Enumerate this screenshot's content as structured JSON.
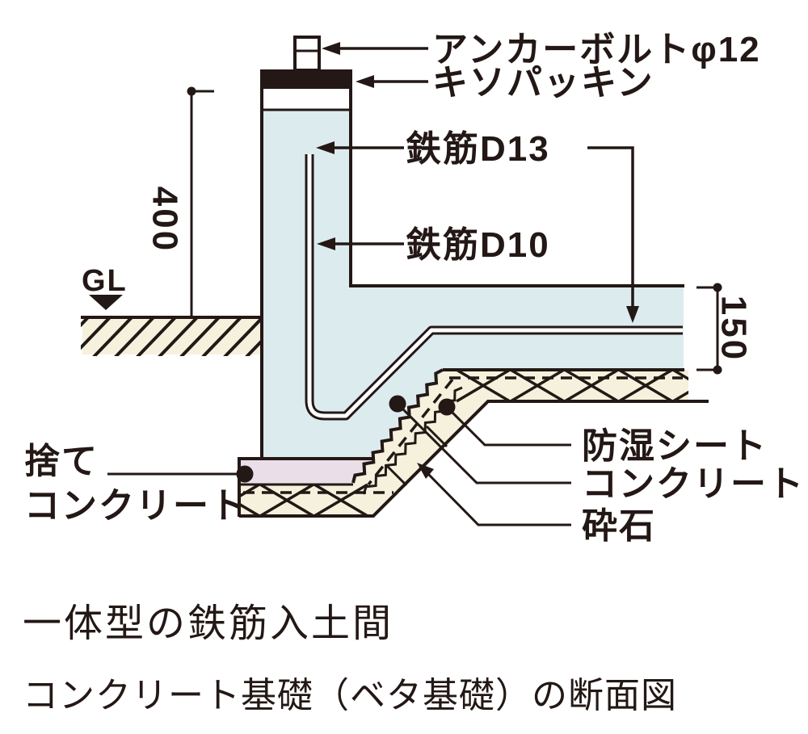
{
  "diagram": {
    "labels": {
      "anchor_bolt": "アンカーボルトφ12",
      "kiso_packing": "キソパッキン",
      "rebar_d13": "鉄筋D13",
      "rebar_d10": "鉄筋D10",
      "gl": "GL",
      "lean_concrete_line1": "捨て",
      "lean_concrete_line2": "コンクリート",
      "moisture_sheet": "防湿シート",
      "concrete": "コンクリート",
      "crushed_stone": "砕石"
    },
    "dimensions": {
      "wall_height": "400",
      "slab_thickness": "150"
    },
    "colors": {
      "line": "#231815",
      "concrete_fill": "#dcebee",
      "gravel_fill": "#f5f1dd",
      "lean_concrete_fill": "#eadfe9"
    },
    "caption_line1": "一体型の鉄筋入土間",
    "caption_line2": "コンクリート基礎（ベタ基礎）の断面図"
  }
}
